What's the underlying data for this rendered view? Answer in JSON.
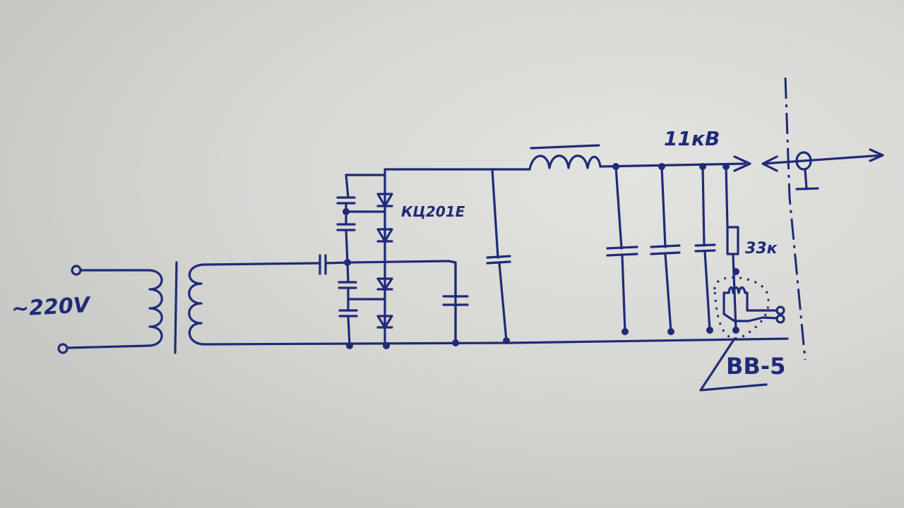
{
  "labels": {
    "input_voltage": "~220V",
    "rectifier": "КЦ201Е",
    "output_voltage": "11кВ",
    "resistor": "33к",
    "switch": "ВВ-5"
  },
  "colors": {
    "ink": "#1f2a78",
    "paper": "#d6d6d3"
  }
}
